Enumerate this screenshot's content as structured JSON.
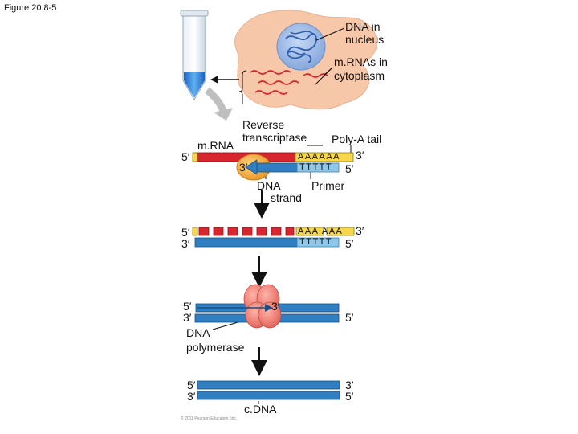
{
  "figure_label": "Figure 20.8-5",
  "labels": {
    "dna_in_nucleus": [
      "DNA in",
      "nucleus"
    ],
    "mrnas_in_cytoplasm": [
      "m.RNAs in",
      "cytoplasm"
    ],
    "reverse_transcriptase": [
      "Reverse",
      "transcriptase"
    ],
    "poly_a_tail": "Poly-A tail",
    "mrna": "m.RNA",
    "dna_strand": [
      "DNA",
      "strand"
    ],
    "primer": "Primer",
    "dna_polymerase": [
      "DNA",
      "polymerase"
    ],
    "cdna": "c.DNA",
    "five_prime": "5′",
    "three_prime": "3′"
  },
  "sequences": {
    "poly_a_full": "AAAAAA",
    "poly_a_split": "AAA  AAA",
    "poly_t": "TTTTT"
  },
  "copyright": "© 2011 Pearson Education, Inc.",
  "colors": {
    "rna_red": "#d8262e",
    "dna_blue": "#2f7fc2",
    "primer_light_blue": "#8dc8ea",
    "poly_a_yellow": "#f6d84a",
    "cell_cytoplasm": "#f6c7a9",
    "nucleus_blue": "#9fbbe6",
    "enzyme_orange": "#f1a63a",
    "polymerase_pink": "#ef7b72",
    "arrow_gray": "#bfbfbf"
  }
}
